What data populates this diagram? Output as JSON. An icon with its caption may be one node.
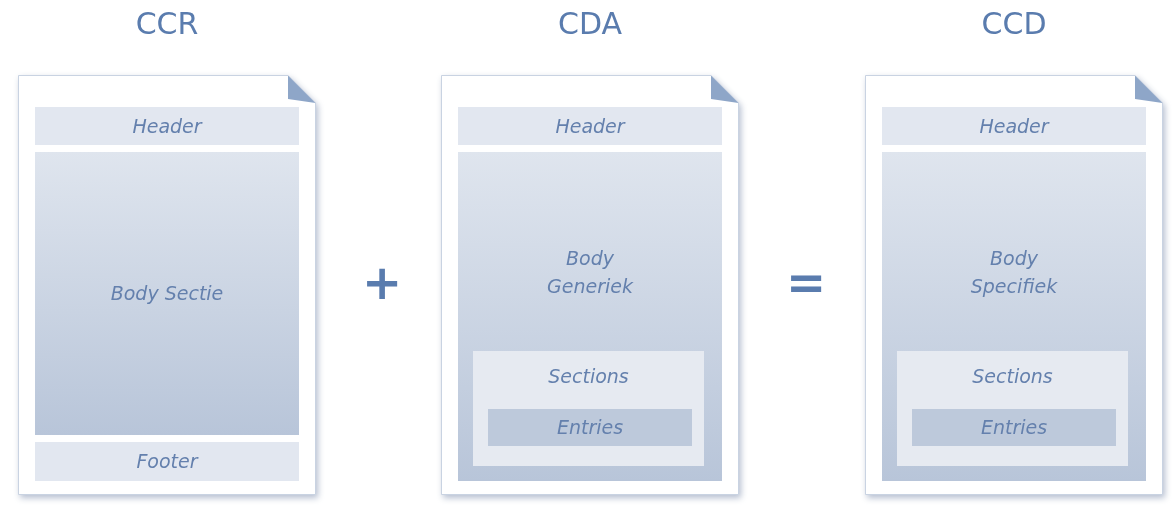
{
  "diagram": {
    "nodes": [
      {
        "text": [
          "CCR"
        ]
      },
      {
        "text": [
          "Header"
        ],
        "in": 0
      },
      {
        "text": [
          "Body Sectie"
        ],
        "in": 0
      },
      {
        "text": [
          "Footer"
        ],
        "in": 0
      },
      {
        "text": [
          "CDA"
        ]
      },
      {
        "text": [
          "Header"
        ],
        "in": 4
      },
      {
        "text": [
          "Body Generiek"
        ],
        "in": 4
      },
      {
        "text": [
          "Sections"
        ],
        "in": 6
      },
      {
        "text": [
          "Entries"
        ],
        "in": 7
      },
      {
        "text": [
          "CCD"
        ]
      },
      {
        "text": [
          "Header"
        ],
        "in": 9
      },
      {
        "text": [
          "Body Specifiek"
        ],
        "in": 9
      },
      {
        "text": [
          "Sections"
        ],
        "in": 11
      },
      {
        "text": [
          "Entries"
        ],
        "in": 12
      }
    ],
    "labels": [
      "+",
      "="
    ]
  }
}
